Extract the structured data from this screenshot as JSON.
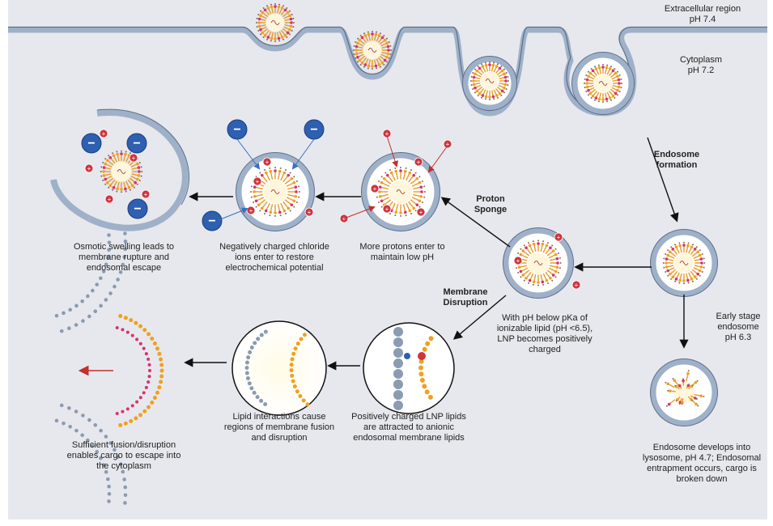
{
  "regions": {
    "extracellular": [
      "Extracellular region",
      "pH 7.4"
    ],
    "cytoplasm": [
      "Cytoplasm",
      "pH 7.2"
    ]
  },
  "steps": {
    "endosome_formation": [
      "Endosome",
      "formation"
    ],
    "early_endosome": [
      "Early stage",
      "endosome",
      "pH 6.3"
    ],
    "lysosome": [
      "Endosome develops into",
      "lysosome, pH 4.7; Endosomal",
      "entrapment occurs, cargo is",
      "broken down"
    ],
    "positively_charged": [
      "With pH below pKa of",
      "ionizable lipid (pH <6.5),",
      "LNP becomes positively",
      "charged"
    ],
    "proton_sponge": [
      "Proton",
      "Sponge"
    ],
    "more_protons": [
      "More protons enter to",
      "maintain low pH"
    ],
    "chloride": [
      "Negatively charged chloride",
      "ions enter to restore",
      "electrochemical potential"
    ],
    "osmotic": [
      "Osmotic swelling leads to",
      "membrane rupture and",
      "endosomal escape"
    ],
    "membrane_disruption": [
      "Membrane",
      "Disruption"
    ],
    "attracted": [
      "Positively charged LNP lipids",
      "are attracted to anionic",
      "endosomal membrane lipids"
    ],
    "fusion": [
      "Lipid interactions cause",
      "regions of membrane fusion",
      "and disruption"
    ],
    "escape": [
      "Sufficient fusion/disruption",
      "enables cargo to escape into",
      "the cytoplasm"
    ]
  },
  "symbols": {
    "proton": "+",
    "chloride": "−"
  },
  "colors": {
    "membrane": "#9fb1c9",
    "lipid": "#f0a020",
    "proton": "#d0343c",
    "chloride": "#2e5fb0",
    "background": "#e7e8ed",
    "escape_arrow": "#c0302c"
  }
}
